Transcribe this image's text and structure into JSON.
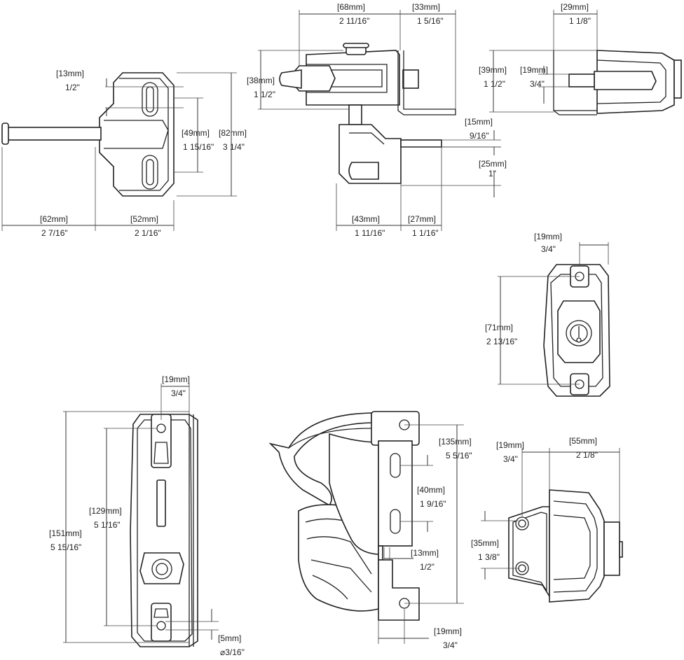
{
  "line_color": "#333333",
  "background": "#ffffff",
  "dimensions": {
    "d13": {
      "mm": "[13mm]",
      "inch": "1/2\""
    },
    "d49": {
      "mm": "[49mm]",
      "inch": "1 15/16\""
    },
    "d82": {
      "mm": "[82mm]",
      "inch": "3 1/4\""
    },
    "d62": {
      "mm": "[62mm]",
      "inch": "2 7/16\""
    },
    "d52": {
      "mm": "[52mm]",
      "inch": "2 1/16\""
    },
    "d68": {
      "mm": "[68mm]",
      "inch": "2 11/16\""
    },
    "d33": {
      "mm": "[33mm]",
      "inch": "1 5/16\""
    },
    "d38": {
      "mm": "[38mm]",
      "inch": "1 1/2\""
    },
    "d15": {
      "mm": "[15mm]",
      "inch": "9/16\""
    },
    "d25": {
      "mm": "[25mm]",
      "inch": "1\""
    },
    "d43": {
      "mm": "[43mm]",
      "inch": "1 11/16\""
    },
    "d27": {
      "mm": "[27mm]",
      "inch": "1 1/16\""
    },
    "d29": {
      "mm": "[29mm]",
      "inch": "1 1/8\""
    },
    "d39": {
      "mm": "[39mm]",
      "inch": "1 1/2\""
    },
    "d19a": {
      "mm": "[19mm]",
      "inch": "3/4\""
    },
    "d19b": {
      "mm": "[19mm]",
      "inch": "3/4\""
    },
    "d71": {
      "mm": "[71mm]",
      "inch": "2 13/16\""
    },
    "d19c": {
      "mm": "[19mm]",
      "inch": "3/4\""
    },
    "d151": {
      "mm": "[151mm]",
      "inch": "5 15/16\""
    },
    "d129": {
      "mm": "[129mm]",
      "inch": "5 1/16\""
    },
    "d5": {
      "mm": "[5mm]",
      "inch": "⌀3/16\""
    },
    "d135": {
      "mm": "[135mm]",
      "inch": "5 5/16\""
    },
    "d40": {
      "mm": "[40mm]",
      "inch": "1 9/16\""
    },
    "d13b": {
      "mm": "[13mm]",
      "inch": "1/2\""
    },
    "d19d": {
      "mm": "[19mm]",
      "inch": "3/4\""
    },
    "d19e": {
      "mm": "[19mm]",
      "inch": "3/4\""
    },
    "d55": {
      "mm": "[55mm]",
      "inch": "2 1/8\""
    },
    "d35": {
      "mm": "[35mm]",
      "inch": "1 3/8\""
    }
  }
}
